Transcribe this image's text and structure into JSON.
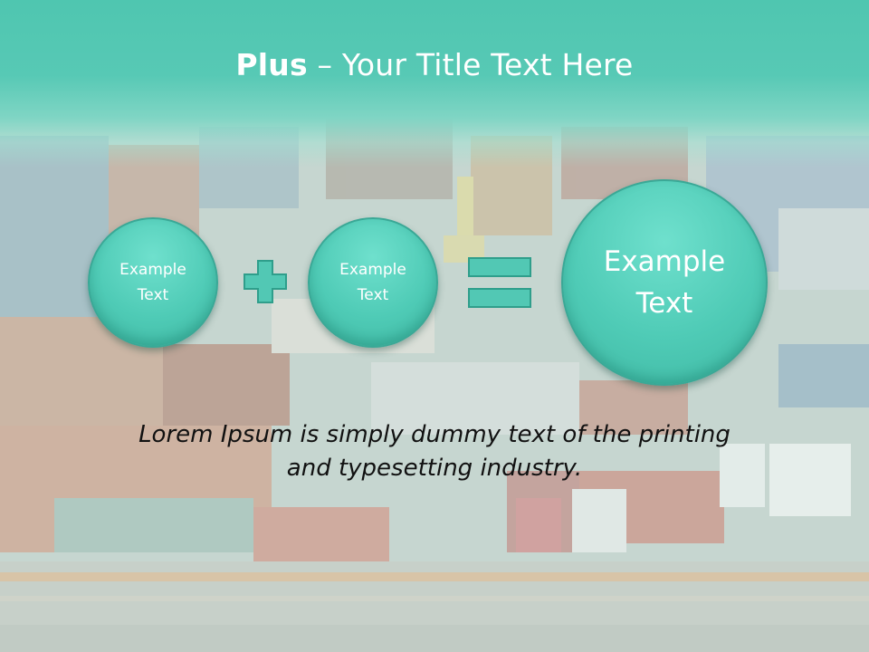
{
  "title": {
    "bold": "Plus",
    "rest": " – Your Title Text Here"
  },
  "equation": {
    "left_circle": "Example\nText",
    "middle_circle": "Example\nText",
    "result_circle": "Example\nText",
    "plus_icon": "plus-icon",
    "equals_icon": "equals-icon"
  },
  "body_text": "Lorem Ipsum is simply dummy text of the printing\nand typesetting industry.",
  "colors": {
    "accent": "#4fc6b0",
    "circle": "#52ccb8",
    "operator": "#52c8b4",
    "text_dark": "#111111",
    "text_light": "#ffffff"
  }
}
